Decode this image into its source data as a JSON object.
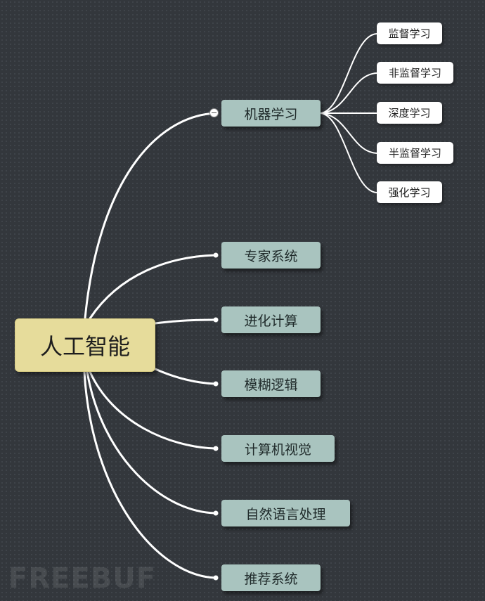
{
  "root": {
    "label": "人工智能"
  },
  "branches": [
    {
      "label": "机器学习",
      "children": [
        "监督学习",
        "非监督学习",
        "深度学习",
        "半监督学习",
        "强化学习"
      ]
    },
    {
      "label": "专家系统"
    },
    {
      "label": "进化计算"
    },
    {
      "label": "模糊逻辑"
    },
    {
      "label": "计算机视觉"
    },
    {
      "label": "自然语言处理"
    },
    {
      "label": "推荐系统"
    }
  ],
  "watermark": "FREEBUF",
  "colors": {
    "background": "#33373c",
    "root_fill": "#e6dc9b",
    "branch_fill": "#a9c4bf",
    "leaf_fill": "#ffffff",
    "connector": "#ffffff"
  }
}
